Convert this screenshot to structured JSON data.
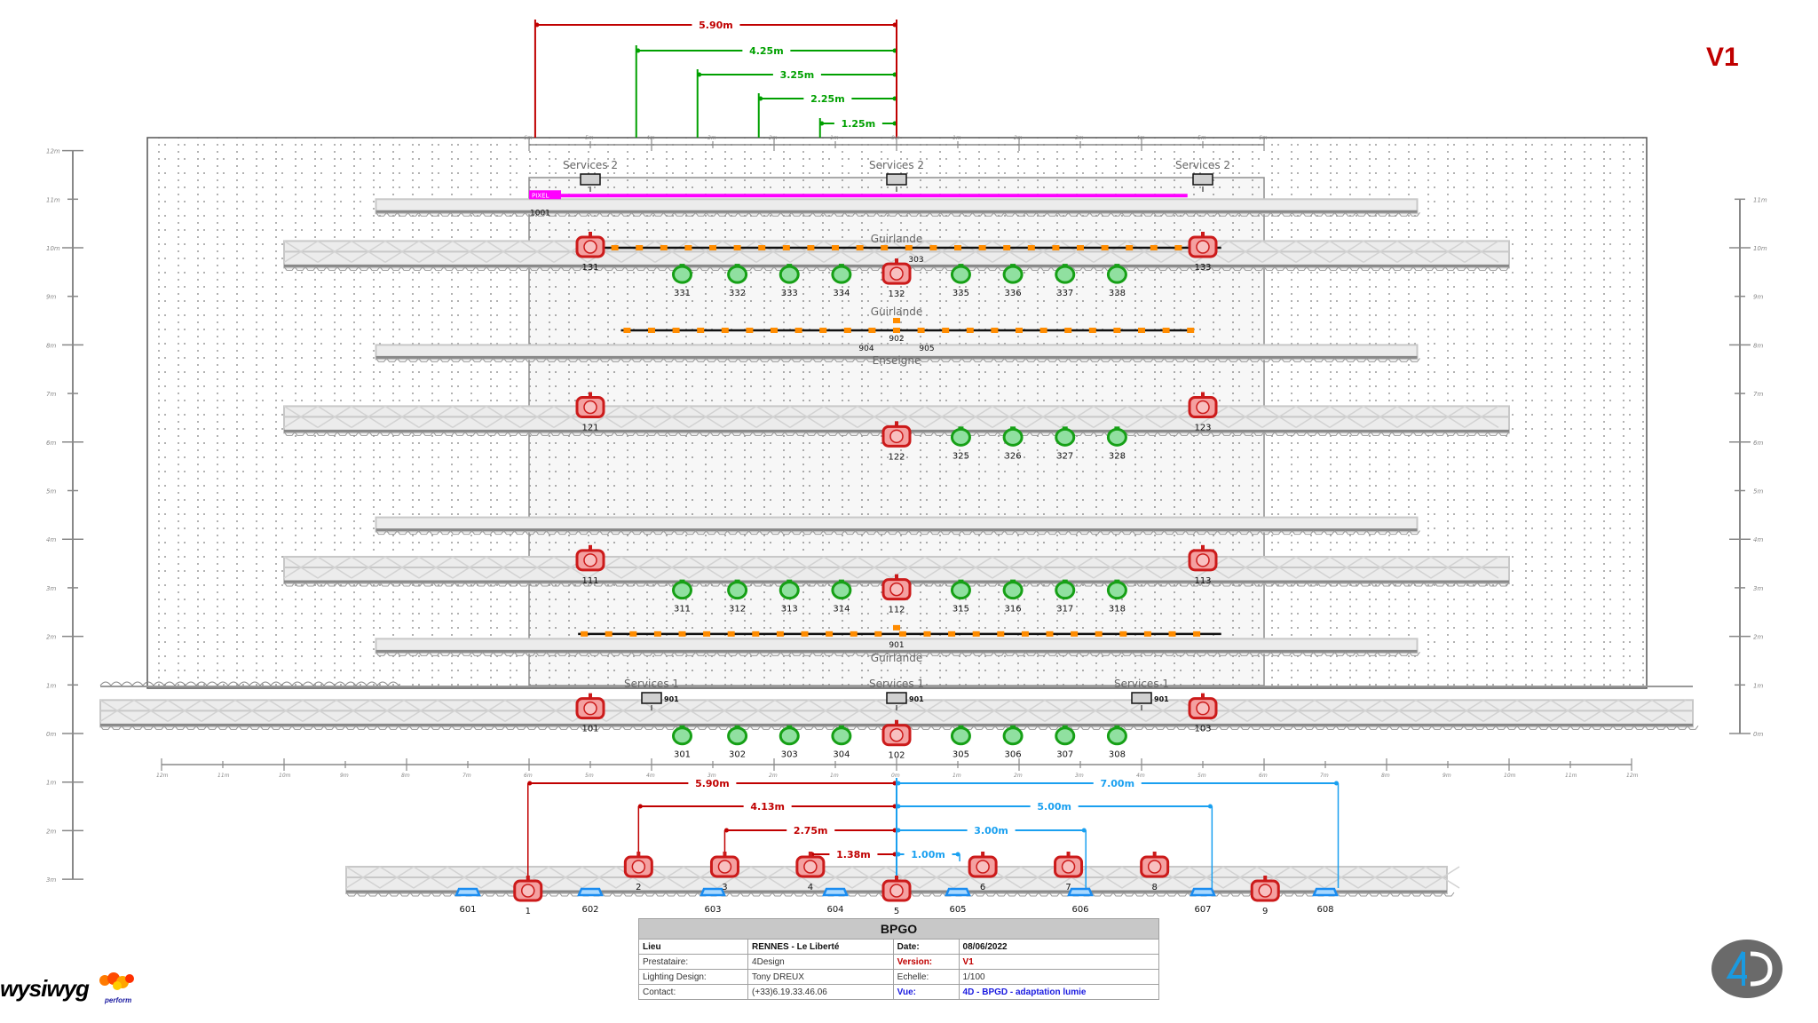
{
  "version_mark": "V1",
  "logo": {
    "brand": "wysiwyg",
    "sub": "perform"
  },
  "badge": {
    "text": "4D"
  },
  "units": {
    "suffix": "m"
  },
  "axes": {
    "vertical_ticks": [
      "0m",
      "1m",
      "2m",
      "3m",
      "4m",
      "5m",
      "6m",
      "7m",
      "8m",
      "9m",
      "10m",
      "11m",
      "12m"
    ],
    "horizontal_ticks": [
      "12m",
      "11m",
      "10m",
      "9m",
      "8m",
      "7m",
      "6m",
      "5m",
      "4m",
      "3m",
      "2m",
      "1m",
      "0m",
      "1m",
      "2m",
      "3m",
      "4m",
      "5m",
      "6m",
      "7m",
      "8m",
      "9m",
      "10m",
      "11m",
      "12m"
    ]
  },
  "top_dimensions": [
    {
      "label": "5.90m",
      "from_m": -5.9,
      "color": "#c00000"
    },
    {
      "label": "4.25m",
      "from_m": -4.25,
      "color": "#00a000"
    },
    {
      "label": "3.25m",
      "from_m": -3.25,
      "color": "#00a000"
    },
    {
      "label": "2.25m",
      "from_m": -2.25,
      "color": "#00a000"
    },
    {
      "label": "1.25m",
      "from_m": -1.25,
      "color": "#00a000"
    }
  ],
  "bottom_dimensions_left": [
    {
      "label": "5.90m",
      "from_m": -5.9
    },
    {
      "label": "4.13m",
      "from_m": -4.13
    },
    {
      "label": "2.75m",
      "from_m": -2.75
    },
    {
      "label": "1.38m",
      "from_m": -1.38
    }
  ],
  "bottom_dimensions_right": [
    {
      "label": "7.00m",
      "to_m": 7.0
    },
    {
      "label": "5.00m",
      "to_m": 5.0
    },
    {
      "label": "3.00m",
      "to_m": 3.0
    },
    {
      "label": "1.00m",
      "to_m": 1.0
    }
  ],
  "colors": {
    "red_fixture": "#cc1a1a",
    "green_fixture": "#16a016",
    "blue_fixture": "#1a8cf0",
    "pixel_bar": "#ff00ff",
    "garland_lamp": "#ff8c00",
    "dim_red": "#c00000",
    "dim_blue": "#1aa0f0",
    "dim_green": "#00a000"
  },
  "services_top": [
    {
      "label": "Services 2",
      "x_m": -5.0
    },
    {
      "label": "Services 2",
      "x_m": 0
    },
    {
      "label": "Services 2",
      "x_m": 5.0
    }
  ],
  "pixel_bar": {
    "id": "1001",
    "tag": "PIXEL"
  },
  "trusses": [
    {
      "name": "truss-11m",
      "y_m": 11.0,
      "half_m": 8.5,
      "double": false
    },
    {
      "name": "truss-10m",
      "y_m": 9.7,
      "half_m": 10.0,
      "double": true
    },
    {
      "name": "truss-8m",
      "y_m": 8.0,
      "half_m": 8.5,
      "double": false
    },
    {
      "name": "truss-6m",
      "y_m": 6.3,
      "half_m": 10.0,
      "double": true
    },
    {
      "name": "truss-4m",
      "y_m": 4.45,
      "half_m": 8.5,
      "double": false
    },
    {
      "name": "truss-3m",
      "y_m": 3.2,
      "half_m": 10.0,
      "double": true
    },
    {
      "name": "truss-2m",
      "y_m": 1.95,
      "half_m": 8.5,
      "double": false
    },
    {
      "name": "truss-0m",
      "y_m": 0.25,
      "half_m": 13.0,
      "double": true
    }
  ],
  "garlands": [
    {
      "label": "Guirlande",
      "y_m": 10.0,
      "from_m": -5.1,
      "to_m": 5.3,
      "ids": [
        "303"
      ]
    },
    {
      "label": "Guirlande",
      "y_m": 8.3,
      "from_m": -4.5,
      "to_m": 4.8,
      "ids": [
        "902",
        "904",
        "905"
      ],
      "extra_label": "Enseigne"
    },
    {
      "label": "Guirlande",
      "y_m": 2.05,
      "from_m": -5.2,
      "to_m": 5.3,
      "ids": [
        "901"
      ]
    }
  ],
  "red_fixtures": [
    {
      "id": "131",
      "x_m": -5.0,
      "y_m": 10.0
    },
    {
      "id": "132",
      "x_m": 0,
      "y_m": 9.45
    },
    {
      "id": "133",
      "x_m": 5.0,
      "y_m": 10.0
    },
    {
      "id": "121",
      "x_m": -5.0,
      "y_m": 6.7
    },
    {
      "id": "122",
      "x_m": 0,
      "y_m": 6.1
    },
    {
      "id": "123",
      "x_m": 5.0,
      "y_m": 6.7
    },
    {
      "id": "111",
      "x_m": -5.0,
      "y_m": 3.55
    },
    {
      "id": "112",
      "x_m": 0,
      "y_m": 2.95
    },
    {
      "id": "113",
      "x_m": 5.0,
      "y_m": 3.55
    },
    {
      "id": "101",
      "x_m": -5.0,
      "y_m": 0.5
    },
    {
      "id": "102",
      "x_m": 0,
      "y_m": -0.05
    },
    {
      "id": "103",
      "x_m": 5.0,
      "y_m": 0.5
    }
  ],
  "green_fixtures": [
    {
      "id": "331",
      "x_m": -3.5,
      "y_m": 9.45
    },
    {
      "id": "332",
      "x_m": -2.6,
      "y_m": 9.45
    },
    {
      "id": "333",
      "x_m": -1.75,
      "y_m": 9.45
    },
    {
      "id": "334",
      "x_m": -0.9,
      "y_m": 9.45
    },
    {
      "id": "335",
      "x_m": 1.05,
      "y_m": 9.45
    },
    {
      "id": "336",
      "x_m": 1.9,
      "y_m": 9.45
    },
    {
      "id": "337",
      "x_m": 2.75,
      "y_m": 9.45
    },
    {
      "id": "338",
      "x_m": 3.6,
      "y_m": 9.45
    },
    {
      "id": "325",
      "x_m": 1.05,
      "y_m": 6.1
    },
    {
      "id": "326",
      "x_m": 1.9,
      "y_m": 6.1
    },
    {
      "id": "327",
      "x_m": 2.75,
      "y_m": 6.1
    },
    {
      "id": "328",
      "x_m": 3.6,
      "y_m": 6.1
    },
    {
      "id": "311",
      "x_m": -3.5,
      "y_m": 2.95
    },
    {
      "id": "312",
      "x_m": -2.6,
      "y_m": 2.95
    },
    {
      "id": "313",
      "x_m": -1.75,
      "y_m": 2.95
    },
    {
      "id": "314",
      "x_m": -0.9,
      "y_m": 2.95
    },
    {
      "id": "315",
      "x_m": 1.05,
      "y_m": 2.95
    },
    {
      "id": "316",
      "x_m": 1.9,
      "y_m": 2.95
    },
    {
      "id": "317",
      "x_m": 2.75,
      "y_m": 2.95
    },
    {
      "id": "318",
      "x_m": 3.6,
      "y_m": 2.95
    },
    {
      "id": "301",
      "x_m": -3.5,
      "y_m": -0.05
    },
    {
      "id": "302",
      "x_m": -2.6,
      "y_m": -0.05
    },
    {
      "id": "303",
      "x_m": -1.75,
      "y_m": -0.05
    },
    {
      "id": "304",
      "x_m": -0.9,
      "y_m": -0.05
    },
    {
      "id": "305",
      "x_m": 1.05,
      "y_m": -0.05
    },
    {
      "id": "306",
      "x_m": 1.9,
      "y_m": -0.05
    },
    {
      "id": "307",
      "x_m": 2.75,
      "y_m": -0.05
    },
    {
      "id": "308",
      "x_m": 3.6,
      "y_m": -0.05
    }
  ],
  "services_bottom": [
    {
      "label": "Services 1",
      "id": "901",
      "x_m": -4.0
    },
    {
      "label": "Services 1",
      "id": "901",
      "x_m": 0
    },
    {
      "label": "Services 1",
      "id": "901",
      "x_m": 4.0
    }
  ],
  "front_truss": {
    "red": [
      {
        "id": "1",
        "x_m": -5.9,
        "raised": false
      },
      {
        "id": "2",
        "x_m": -4.13,
        "raised": true
      },
      {
        "id": "3",
        "x_m": -2.75,
        "raised": true
      },
      {
        "id": "4",
        "x_m": -1.38,
        "raised": true
      },
      {
        "id": "5",
        "x_m": 0,
        "raised": false
      },
      {
        "id": "6",
        "x_m": 1.38,
        "raised": true
      },
      {
        "id": "7",
        "x_m": 2.75,
        "raised": true
      },
      {
        "id": "8",
        "x_m": 4.13,
        "raised": true
      },
      {
        "id": "9",
        "x_m": 5.9,
        "raised": false
      }
    ],
    "blue": [
      {
        "id": "601",
        "x_m": -7.0
      },
      {
        "id": "602",
        "x_m": -5.0
      },
      {
        "id": "603",
        "x_m": -3.0
      },
      {
        "id": "604",
        "x_m": -1.0
      },
      {
        "id": "605",
        "x_m": 1.0
      },
      {
        "id": "606",
        "x_m": 3.0
      },
      {
        "id": "607",
        "x_m": 5.0
      },
      {
        "id": "608",
        "x_m": 7.0
      }
    ]
  },
  "title_block": {
    "title": "BPGO",
    "rows": [
      {
        "k1": "Lieu",
        "v1": "RENNES - Le Liberté",
        "k2": "Date:",
        "v2": "08/06/2022"
      },
      {
        "k1": "Prestataire:",
        "v1": "4Design",
        "k2": "Version:",
        "v2": "V1"
      },
      {
        "k1": "Lighting Design:",
        "v1": "Tony DREUX",
        "k2": "Echelle:",
        "v2": "1/100"
      },
      {
        "k1": "Contact:",
        "v1": "(+33)6.19.33.46.06",
        "k2": "Vue:",
        "v2": "4D - BPGD - adaptation lumie"
      }
    ]
  }
}
